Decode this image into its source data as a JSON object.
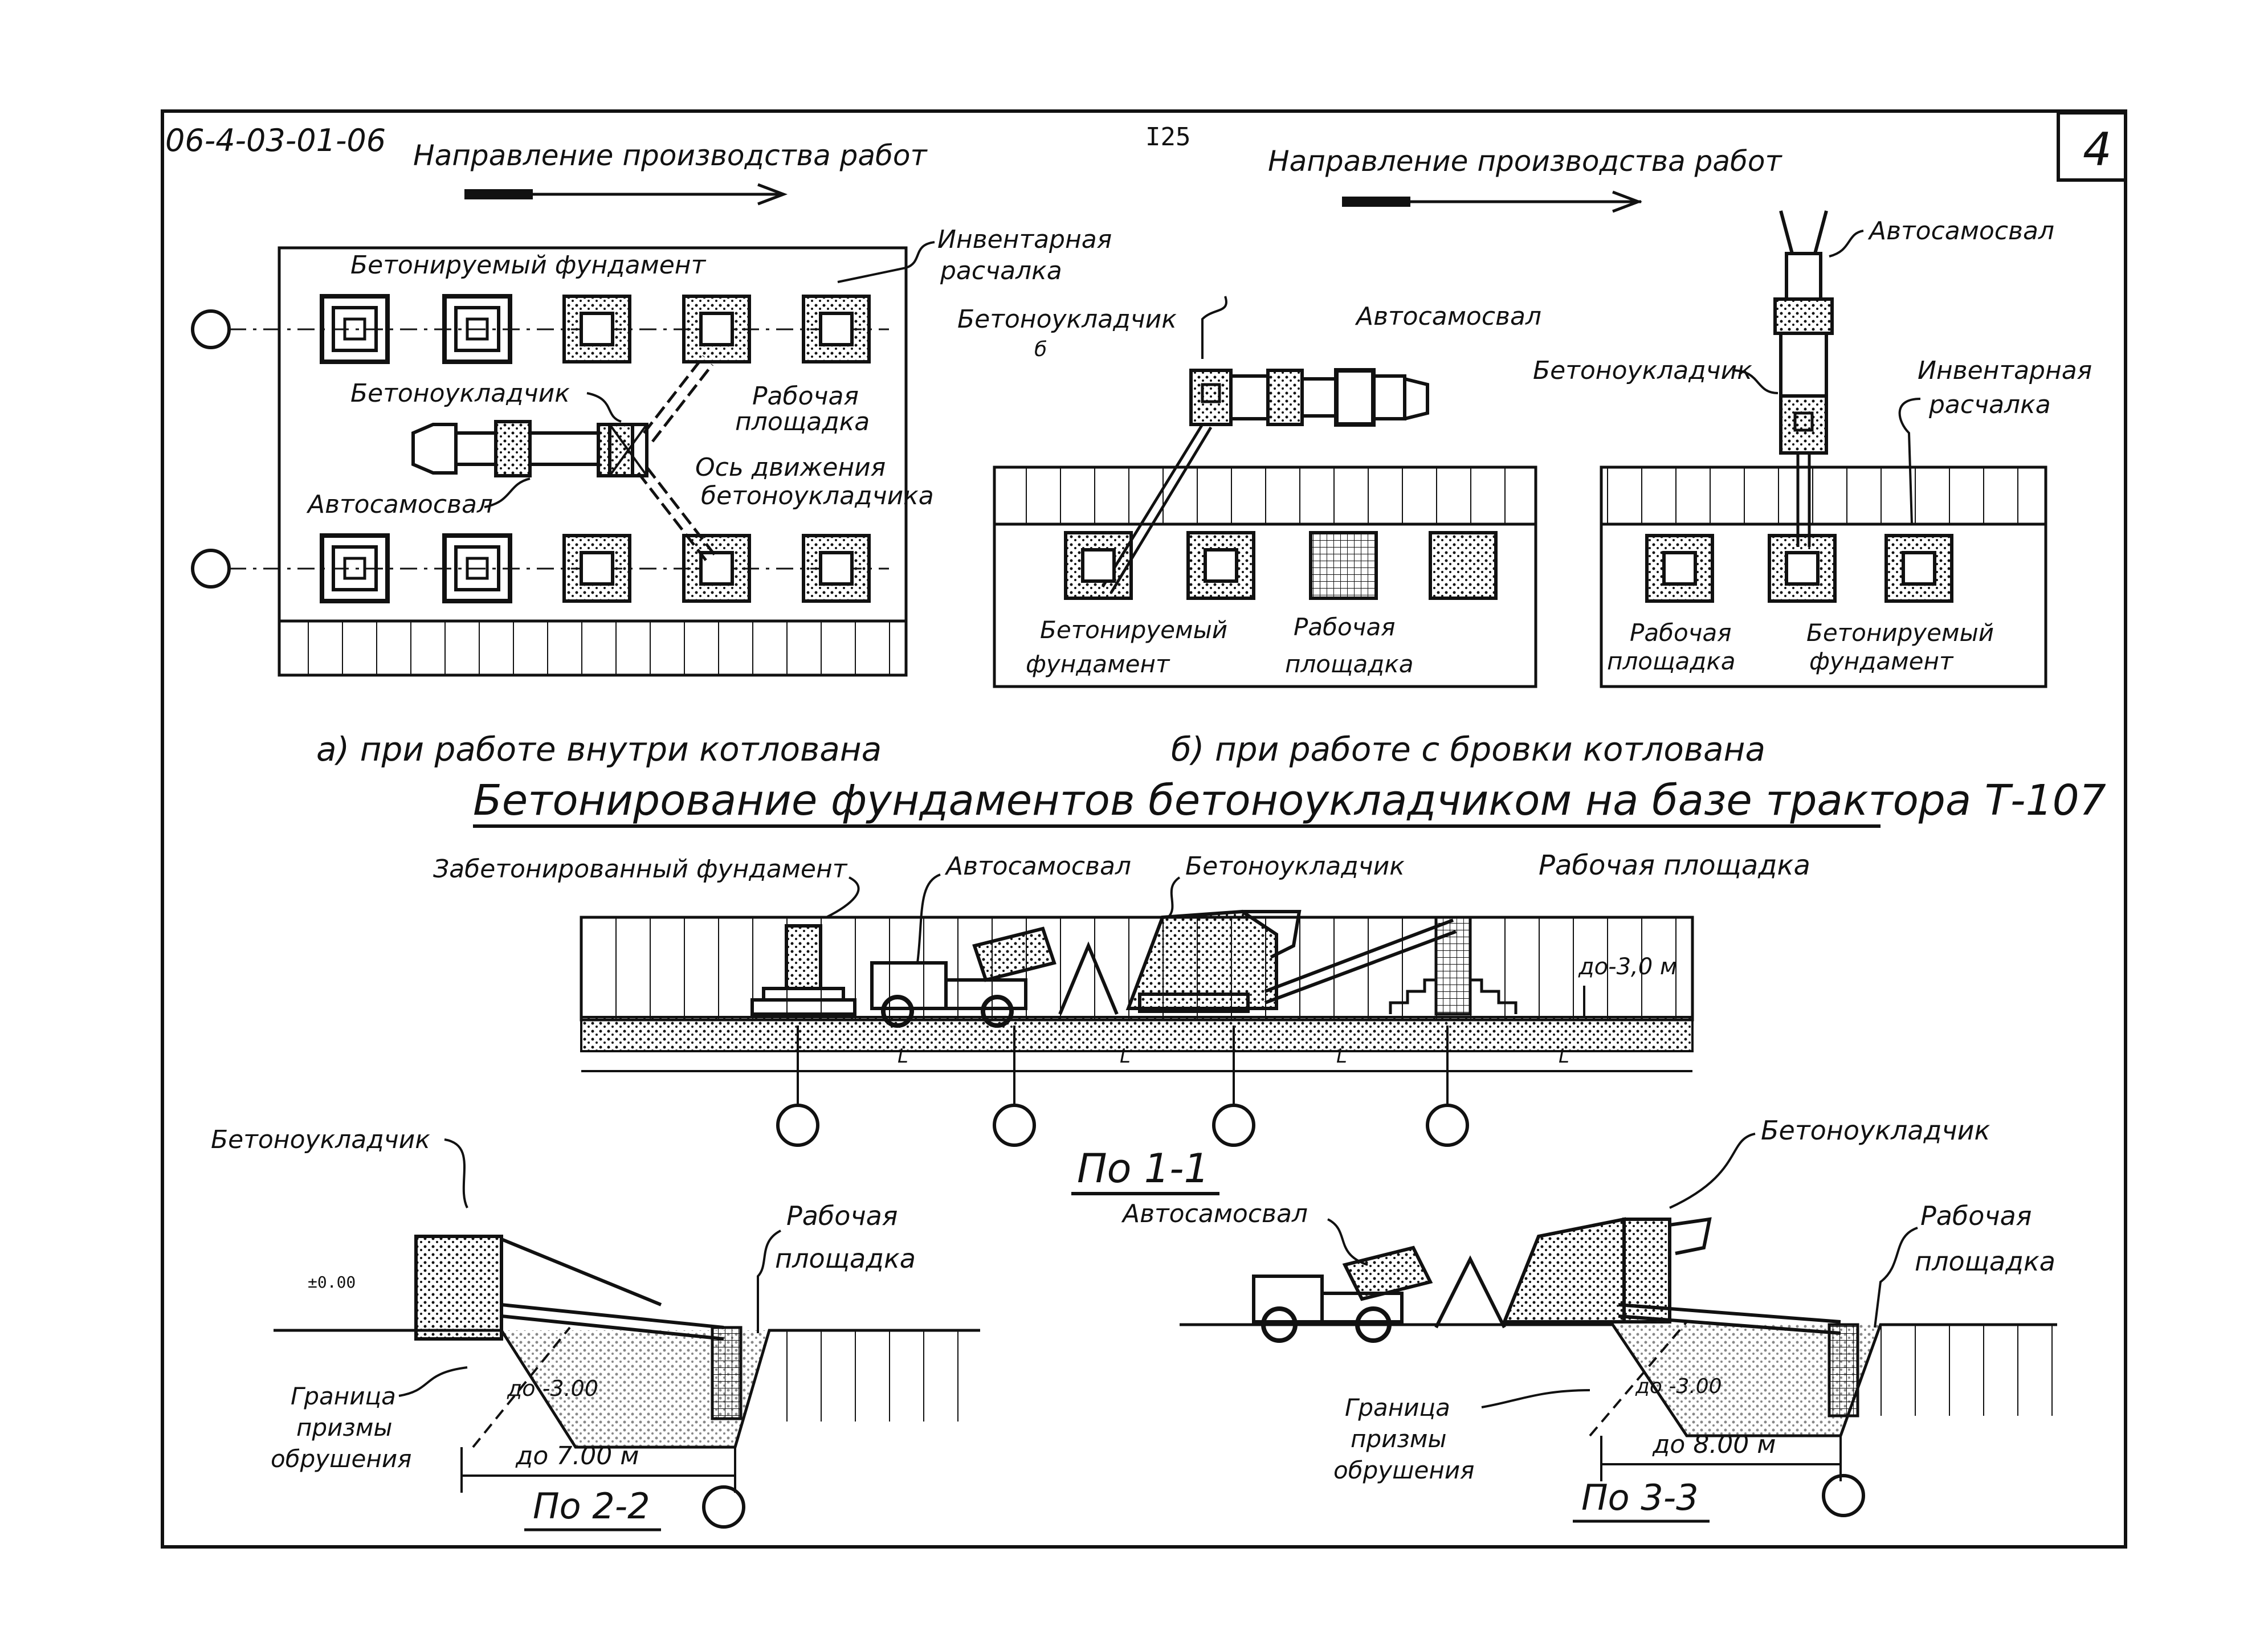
{
  "sheet": {
    "code": "06-4-03-01-06",
    "page_number": "I25",
    "sheet_index": "4"
  },
  "plan_a": {
    "direction_label": "Направление производства работ",
    "label_concreted_foundation": "Бетонируемый фундамент",
    "label_bracing": [
      "Инвентарная",
      "расчалка"
    ],
    "label_paver": "Бетоноукладчик",
    "label_platform": [
      "Рабочая",
      "площадка"
    ],
    "label_axis": [
      "Ось движения",
      "бетоноукладчика"
    ],
    "label_truck": "Автосамосвал",
    "caption": "а) при работе внутри котлована"
  },
  "plan_b": {
    "direction_label": "Направление производства работ",
    "label_paver_1": "Бетоноукладчик",
    "label_truck_1": "Автосамосвал",
    "label_concreted_foundation_1": [
      "Бетонируемый",
      "фундамент"
    ],
    "label_platform_1": [
      "Рабочая",
      "площадка"
    ],
    "label_truck_2": "Автосамосвал",
    "label_paver_2": "Бетоноукладчик",
    "label_bracing_2": [
      "Инвентарная",
      "расчалка"
    ],
    "label_platform_2": [
      "Рабочая",
      "площадка"
    ],
    "label_concreted_foundation_2": [
      "Бетонируемый",
      "фундамент"
    ],
    "caption": "б) при работе с бровки котлована",
    "section_mark": "б"
  },
  "main_title": "Бетонирование фундаментов бетоноукладчиком на базе трактора Т-107",
  "elevation": {
    "label_done_foundation": "Забетонированный фундамент",
    "label_truck": "Автосамосвал",
    "label_paver": "Бетоноукладчик",
    "label_platform": "Рабочая площадка",
    "height_note": "до-3,0 м",
    "span_labels": [
      "L",
      "L",
      "L",
      "L"
    ],
    "caption": "По 1-1"
  },
  "section_2": {
    "label_paver": "Бетоноукладчик",
    "label_platform": [
      "Рабочая",
      "площадка"
    ],
    "label_zero": "±0.00",
    "label_collapse": [
      "Граница",
      "призмы",
      "обрушения"
    ],
    "depth": "до -3.00",
    "width": "до 7.00 м",
    "caption": "По 2-2"
  },
  "section_3": {
    "label_paver": "Бетоноукладчик",
    "label_truck": "Автосамосвал",
    "label_platform": [
      "Рабочая",
      "площадка"
    ],
    "label_collapse": [
      "Граница",
      "призмы",
      "обрушения"
    ],
    "depth": "до -3.00",
    "width": "до 8.00 м",
    "caption": "По 3-3"
  },
  "colors": {
    "ink": "#111111",
    "paper": "#ffffff"
  }
}
